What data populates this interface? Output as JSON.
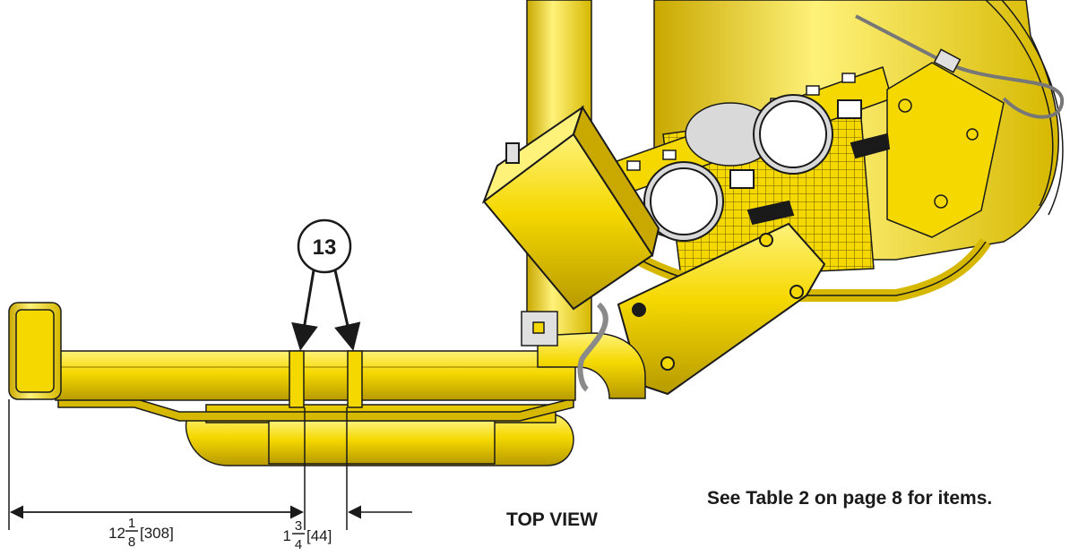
{
  "callout": {
    "number": "13"
  },
  "dimensions": {
    "first": {
      "whole": "12",
      "num": "1",
      "den": "8",
      "metric": "[308]"
    },
    "second": {
      "whole": "1",
      "num": "3",
      "den": "4",
      "metric": "[44]"
    }
  },
  "view_label": "TOP VIEW",
  "note": "See Table 2 on page 8 for items.",
  "colors": {
    "body": "#f5d800",
    "body_light": "#fff27a",
    "body_dark": "#b79a00",
    "outline": "#1a1a1a",
    "gauge_face": "#ffffff",
    "metal": "#c9c9c9"
  }
}
